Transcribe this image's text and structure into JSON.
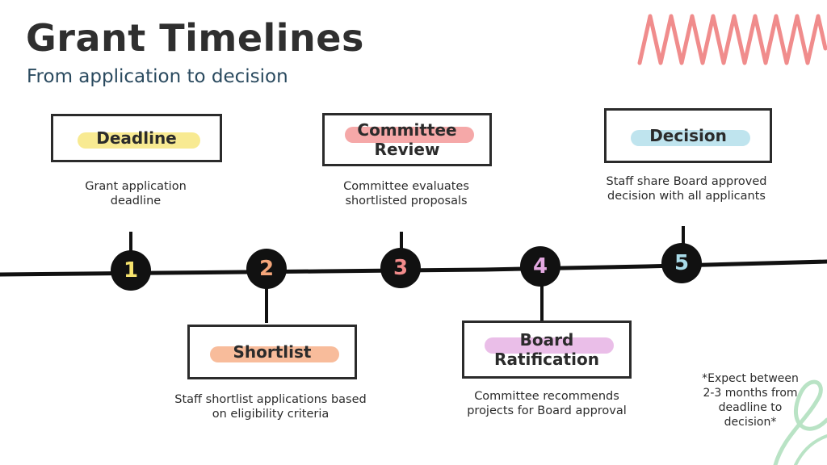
{
  "header": {
    "title": "Grant Timelines",
    "subtitle": "From application to decision"
  },
  "colors": {
    "line": "#111111",
    "zigzag": "#f08c8c",
    "swirl": "#b9e3c5"
  },
  "steps": [
    {
      "number": "1",
      "title": "Deadline",
      "description": "Grant application deadline",
      "highlight": "#f6e36d",
      "number_color": "#f6e36d"
    },
    {
      "number": "2",
      "title": "Shortlist",
      "description": "Staff shortlist applications based on eligibility criteria",
      "highlight": "#f5a67a",
      "number_color": "#f5a67a"
    },
    {
      "number": "3",
      "title": "Committee Review",
      "description": "Committee evaluates shortlisted proposals",
      "highlight": "#f28b8b",
      "number_color": "#f28b8b"
    },
    {
      "number": "4",
      "title": "Board Ratification",
      "description": "Committee recommends projects for Board approval",
      "highlight": "#e3a8e0",
      "number_color": "#e3a8e0"
    },
    {
      "number": "5",
      "title": "Decision",
      "description": "Staff share Board approved decision with all applicants",
      "highlight": "#a9dbe8",
      "number_color": "#a9dbe8"
    }
  ],
  "note": "*Expect between 2-3 months from deadline to decision*"
}
